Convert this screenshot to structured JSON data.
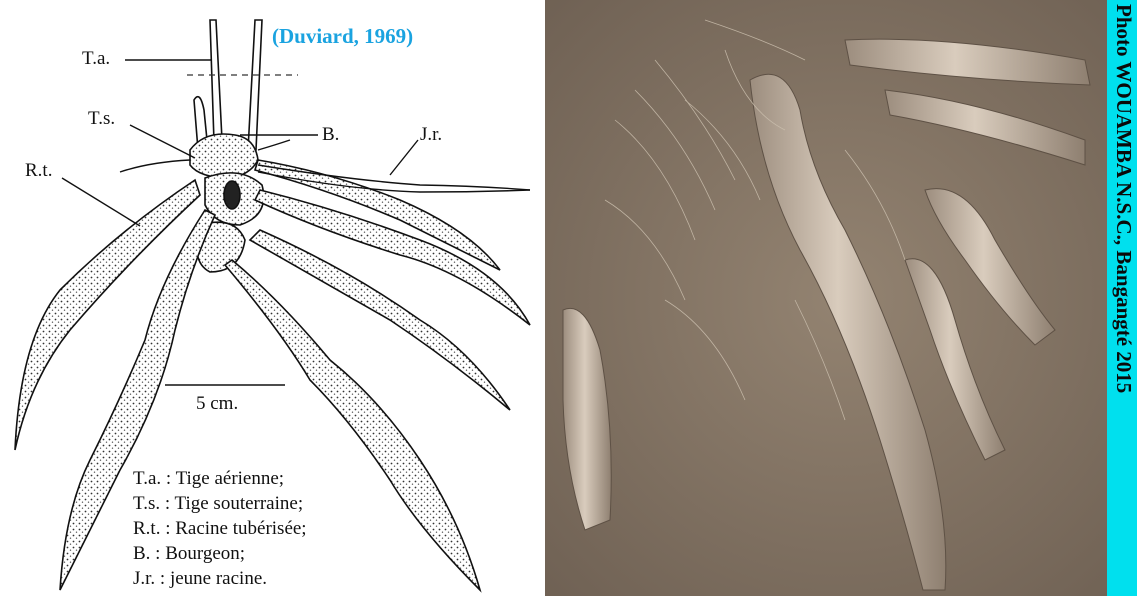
{
  "diagram": {
    "credit": "(Duviard, 1969)",
    "labels": {
      "ta": "T.a.",
      "ts": "T.s.",
      "b": "B.",
      "jr": "J.r.",
      "rt": "R.t.",
      "scale": "5 cm."
    },
    "legend": [
      "T.a. : Tige aérienne;",
      "T.s. : Tige souterraine;",
      "R.t. : Racine tubérisée;",
      "B. : Bourgeon;",
      "J.r. : jeune racine."
    ]
  },
  "photo": {
    "credit": "Photo WOUAMBA N.S.C., Bangangté 2015"
  },
  "colors": {
    "credit_blue": "#1aa3e0",
    "credit_bar": "#00e0ee",
    "soil": "#8a7a69",
    "tuber": "#cdbfb0"
  }
}
